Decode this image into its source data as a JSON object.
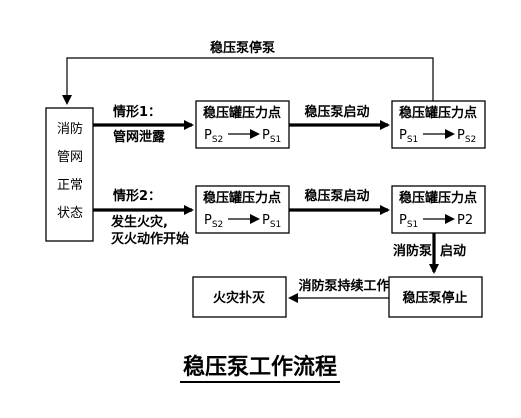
{
  "top_loop_label": "稳压泵停泵",
  "left_box": {
    "lines": [
      "消防",
      "管网",
      "正常",
      "状态"
    ]
  },
  "case1": {
    "title": "情形1：",
    "desc": "管网泄露",
    "box1": {
      "title": "稳压罐压力点",
      "from": "P",
      "from_sub": "S2",
      "to": "P",
      "to_sub": "S1"
    },
    "arrow_label": "稳压泵启动",
    "box2": {
      "title": "稳压罐压力点",
      "from": "P",
      "from_sub": "S1",
      "to": "P",
      "to_sub": "S2"
    }
  },
  "case2": {
    "title": "情形2：",
    "desc_lines": [
      "发生火灾,",
      "灭火动作开始"
    ],
    "box1": {
      "title": "稳压罐压力点",
      "from": "P",
      "from_sub": "S2",
      "to": "P",
      "to_sub": "S1"
    },
    "arrow_label": "稳压泵启动",
    "box2": {
      "title": "稳压罐压力点",
      "from": "P",
      "from_sub": "S1",
      "to": "P2"
    }
  },
  "down_label_a": "消防泵",
  "down_label_b": "启动",
  "stop_box": "稳压泵停止",
  "fire_box": "火灾扑灭",
  "bottom_arrow_label": "消防泵持续工作",
  "page_title": "稳压泵工作流程"
}
